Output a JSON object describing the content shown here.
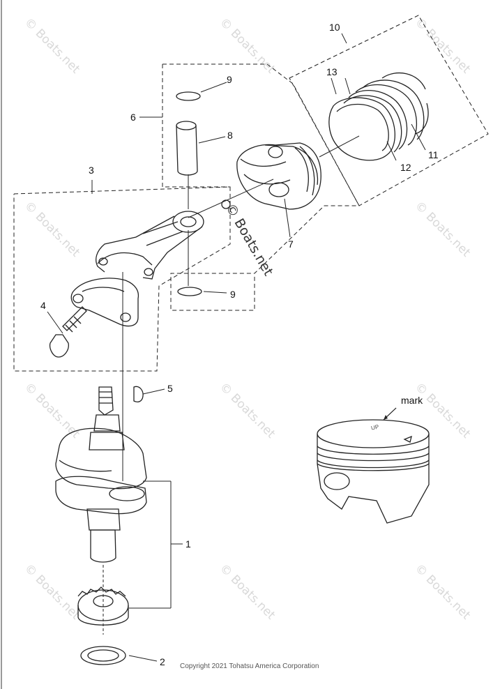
{
  "diagram": {
    "callouts": {
      "c1": "1",
      "c2": "2",
      "c3": "3",
      "c4": "4",
      "c5": "5",
      "c6": "6",
      "c7": "7",
      "c8": "8",
      "c9a": "9",
      "c9b": "9",
      "c10": "10",
      "c11": "11",
      "c12": "12",
      "c13": "13"
    },
    "mark_label": "mark",
    "copyright": "Copyright 2021 Tohatsu America Corporation",
    "watermark": "© Boats.net",
    "center_watermark": "© Boats.net"
  }
}
